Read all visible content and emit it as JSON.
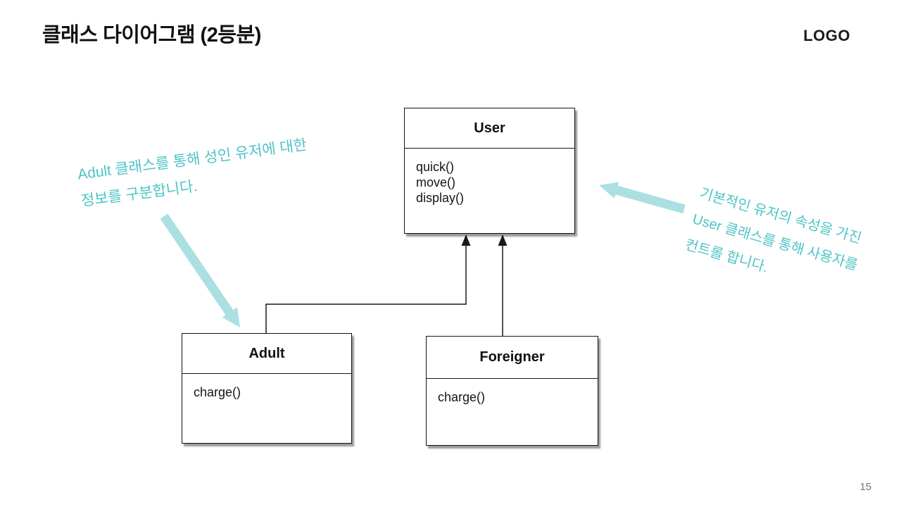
{
  "slide": {
    "title": "클래스 다이어그램 (2등분)",
    "logo": "LOGO",
    "page_number": "15"
  },
  "diagram": {
    "classes": [
      {
        "name": "User",
        "methods": [
          "quick()",
          "move()",
          "display()"
        ]
      },
      {
        "name": "Adult",
        "methods": [
          "charge()"
        ]
      },
      {
        "name": "Foreigner",
        "methods": [
          "charge()"
        ]
      }
    ],
    "relations": [
      {
        "from": "Adult",
        "to": "User",
        "type": "arrow-up"
      },
      {
        "from": "Foreigner",
        "to": "User",
        "type": "arrow-up"
      }
    ]
  },
  "annotations": {
    "left": {
      "lines": [
        "Adult 클래스를 통해 성인 유저에 대한",
        "정보를 구분합니다."
      ]
    },
    "right": {
      "lines": [
        "기본적인 유저의 속성을 가진",
        "User 클래스를 통해 사용자를",
        "컨트롤 합니다."
      ]
    }
  },
  "colors": {
    "annotation_teal": "#4ec4c7",
    "arrow_teal": "#abdfe2",
    "line_black": "#1a1a1a",
    "page_number_gray": "#777777"
  }
}
